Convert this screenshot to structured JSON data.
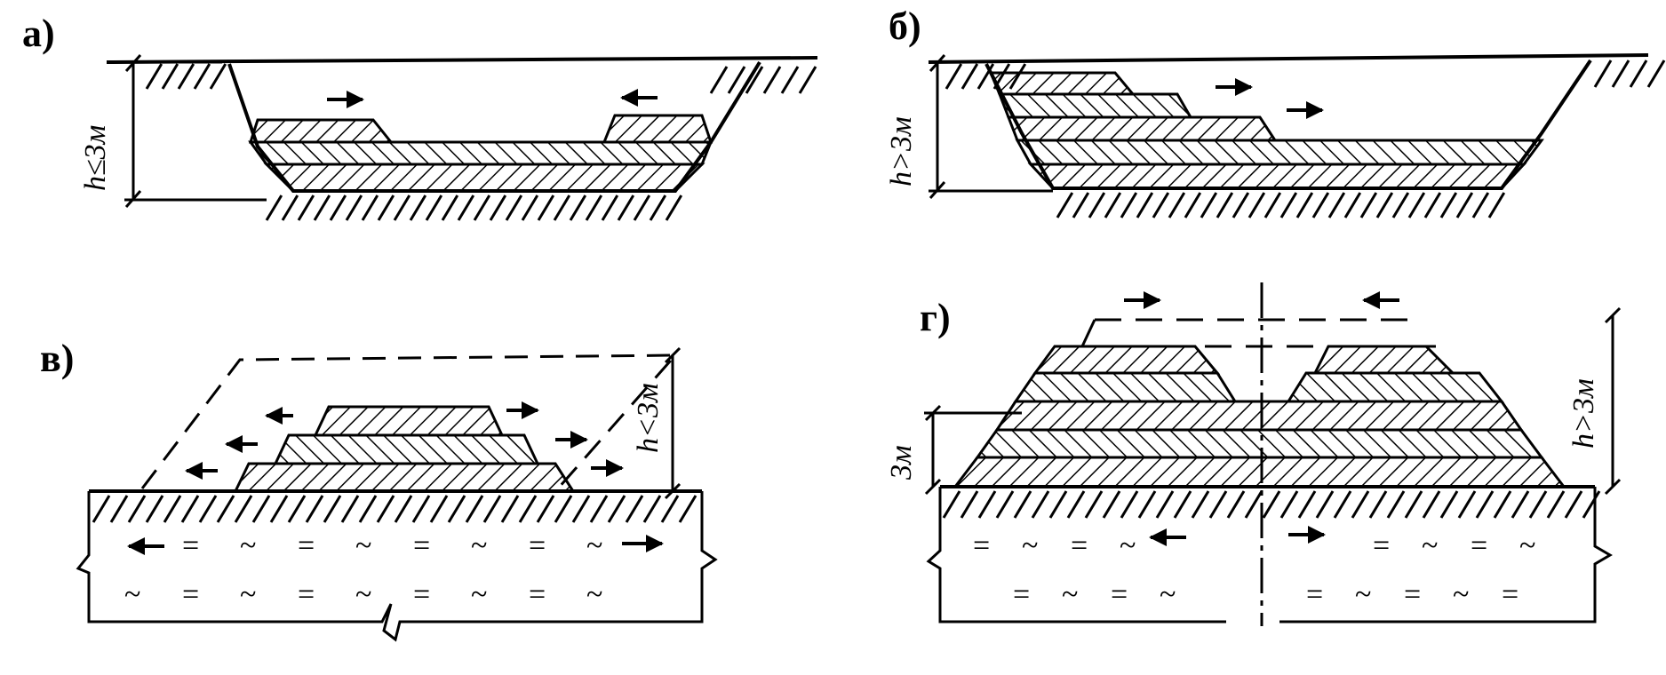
{
  "colors": {
    "ink": "#000000",
    "paper": "#ffffff"
  },
  "panels": {
    "a": {
      "label": "а)",
      "dim": "h≤3м"
    },
    "b": {
      "label": "б)",
      "dim": "h>3м"
    },
    "v": {
      "label": "в)",
      "dim": "h<3м"
    },
    "g": {
      "label": "г)",
      "dim_total": "h>3м",
      "dim_step": "3м"
    }
  },
  "symbols": {
    "wet_equal": "=",
    "wet_tilde": "~"
  }
}
